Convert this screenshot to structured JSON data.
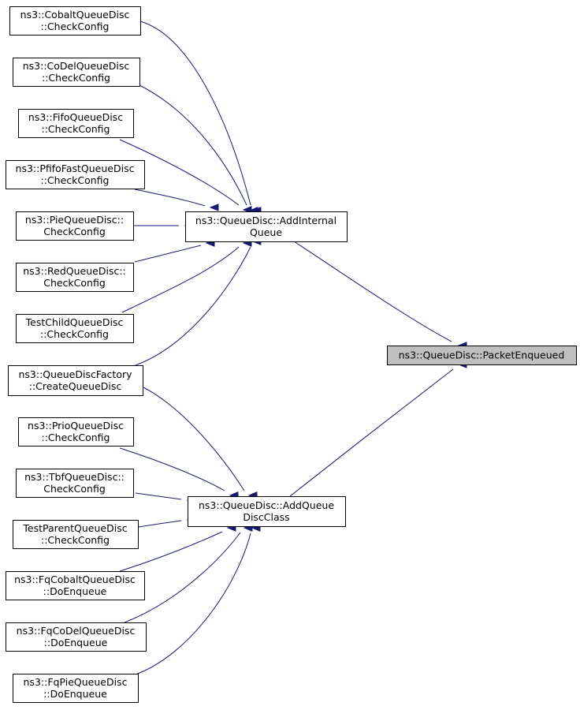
{
  "diagram": {
    "nodes": [
      {
        "id": "cobalt_check",
        "lines": [
          "ns3::CobaltQueueDisc",
          "::CheckConfig"
        ]
      },
      {
        "id": "codel_check",
        "lines": [
          "ns3::CoDelQueueDisc",
          "::CheckConfig"
        ]
      },
      {
        "id": "fifo_check",
        "lines": [
          "ns3::FifoQueueDisc",
          "::CheckConfig"
        ]
      },
      {
        "id": "pfifo_check",
        "lines": [
          "ns3::PfifoFastQueueDisc",
          "::CheckConfig"
        ]
      },
      {
        "id": "pie_check",
        "lines": [
          "ns3::PieQueueDisc::",
          "CheckConfig"
        ]
      },
      {
        "id": "red_check",
        "lines": [
          "ns3::RedQueueDisc::",
          "CheckConfig"
        ]
      },
      {
        "id": "testchild_check",
        "lines": [
          "TestChildQueueDisc",
          "::CheckConfig"
        ]
      },
      {
        "id": "factory_create",
        "lines": [
          "ns3::QueueDiscFactory",
          "::CreateQueueDisc"
        ]
      },
      {
        "id": "prio_check",
        "lines": [
          "ns3::PrioQueueDisc",
          "::CheckConfig"
        ]
      },
      {
        "id": "tbf_check",
        "lines": [
          "ns3::TbfQueueDisc::",
          "CheckConfig"
        ]
      },
      {
        "id": "testparent_check",
        "lines": [
          "TestParentQueueDisc",
          "::CheckConfig"
        ]
      },
      {
        "id": "fqcobalt_enqueue",
        "lines": [
          "ns3::FqCobaltQueueDisc",
          "::DoEnqueue"
        ]
      },
      {
        "id": "fqcodel_enqueue",
        "lines": [
          "ns3::FqCoDelQueueDisc",
          "::DoEnqueue"
        ]
      },
      {
        "id": "fqpie_enqueue",
        "lines": [
          "ns3::FqPieQueueDisc",
          "::DoEnqueue"
        ]
      },
      {
        "id": "add_internal_queue",
        "lines": [
          "ns3::QueueDisc::AddInternal",
          "Queue"
        ]
      },
      {
        "id": "add_queue_disc_class",
        "lines": [
          "ns3::QueueDisc::AddQueue",
          "DiscClass"
        ]
      },
      {
        "id": "packet_enqueued",
        "lines": [
          "ns3::QueueDisc::PacketEnqueued"
        ],
        "highlight": true
      }
    ],
    "edges": [
      {
        "from": "cobalt_check",
        "to": "add_internal_queue"
      },
      {
        "from": "codel_check",
        "to": "add_internal_queue"
      },
      {
        "from": "fifo_check",
        "to": "add_internal_queue"
      },
      {
        "from": "pfifo_check",
        "to": "add_internal_queue"
      },
      {
        "from": "pie_check",
        "to": "add_internal_queue"
      },
      {
        "from": "red_check",
        "to": "add_internal_queue"
      },
      {
        "from": "testchild_check",
        "to": "add_internal_queue"
      },
      {
        "from": "factory_create",
        "to": "add_internal_queue"
      },
      {
        "from": "factory_create",
        "to": "add_queue_disc_class"
      },
      {
        "from": "prio_check",
        "to": "add_queue_disc_class"
      },
      {
        "from": "tbf_check",
        "to": "add_queue_disc_class"
      },
      {
        "from": "testparent_check",
        "to": "add_queue_disc_class"
      },
      {
        "from": "fqcobalt_enqueue",
        "to": "add_queue_disc_class"
      },
      {
        "from": "fqcodel_enqueue",
        "to": "add_queue_disc_class"
      },
      {
        "from": "fqpie_enqueue",
        "to": "add_queue_disc_class"
      },
      {
        "from": "add_internal_queue",
        "to": "packet_enqueued"
      },
      {
        "from": "add_queue_disc_class",
        "to": "packet_enqueued"
      }
    ],
    "colors": {
      "edge": "#191970",
      "highlight_fill": "#bfbfbf",
      "node_border": "#000000"
    }
  }
}
